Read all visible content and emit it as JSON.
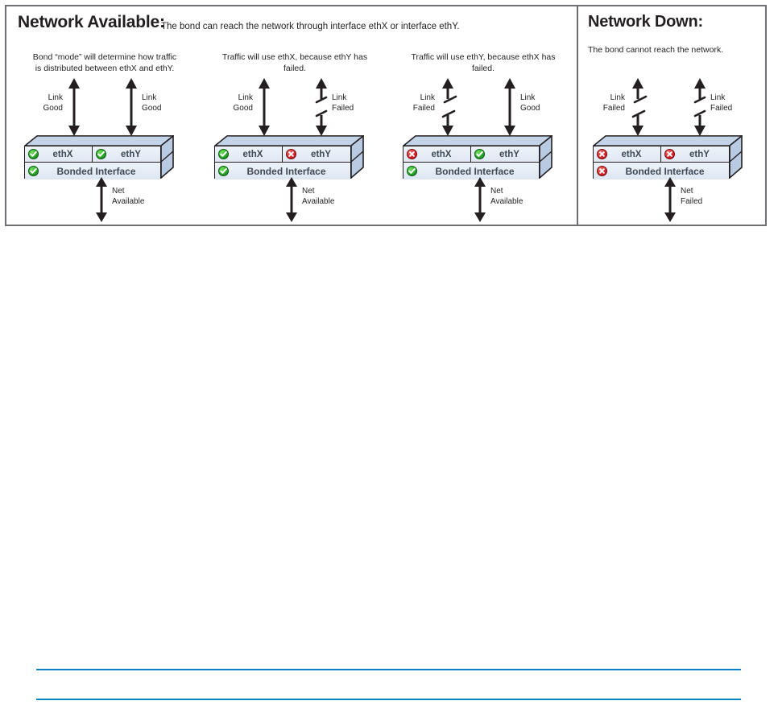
{
  "figure": {
    "sections": [
      {
        "id": "network-available",
        "title": "Network Available:",
        "caption": "The bond can reach the network through interface ethX or interface ethY."
      },
      {
        "id": "network-down",
        "title": "Network Down:",
        "caption": "The bond cannot reach the network."
      }
    ],
    "panels": [
      {
        "id": "panel-1",
        "caption_line1": "Bond “mode” will determine how traffic",
        "caption_line2": "is distributed between ethX and ethY.",
        "left_link_label_line1": "Link",
        "left_link_label_line2": "Good",
        "left_link_state": "good",
        "right_link_label_line1": "Link",
        "right_link_label_line2": "Good",
        "right_link_state": "good",
        "port_left_label": "ethX",
        "port_left_state": "good",
        "port_right_label": "ethY",
        "port_right_state": "good",
        "bond_label": "Bonded Interface",
        "bond_state": "good",
        "net_label_line1": "Net",
        "net_label_line2": "Available"
      },
      {
        "id": "panel-2",
        "caption_line1": "Traffic will use ethX, because ethY has",
        "caption_line2": "failed.",
        "left_link_label_line1": "Link",
        "left_link_label_line2": "Good",
        "left_link_state": "good",
        "right_link_label_line1": "Link",
        "right_link_label_line2": "Failed",
        "right_link_state": "failed",
        "port_left_label": "ethX",
        "port_left_state": "good",
        "port_right_label": "ethY",
        "port_right_state": "failed",
        "bond_label": "Bonded Interface",
        "bond_state": "good",
        "net_label_line1": "Net",
        "net_label_line2": "Available"
      },
      {
        "id": "panel-3",
        "caption_line1": "Traffic will use ethY, because ethX has",
        "caption_line2": "failed.",
        "left_link_label_line1": "Link",
        "left_link_label_line2": "Failed",
        "left_link_state": "failed",
        "right_link_label_line1": "Link",
        "right_link_label_line2": "Good",
        "right_link_state": "good",
        "port_left_label": "ethX",
        "port_left_state": "failed",
        "port_right_label": "ethY",
        "port_right_state": "good",
        "bond_label": "Bonded Interface",
        "bond_state": "good",
        "net_label_line1": "Net",
        "net_label_line2": "Available"
      },
      {
        "id": "panel-4",
        "caption_line1": "",
        "caption_line2": "",
        "left_link_label_line1": "Link",
        "left_link_label_line2": "Failed",
        "left_link_state": "failed",
        "right_link_label_line1": "Link",
        "right_link_label_line2": "Failed",
        "right_link_state": "failed",
        "port_left_label": "ethX",
        "port_left_state": "failed",
        "port_right_label": "ethY",
        "port_right_state": "failed",
        "bond_label": "Bonded Interface",
        "bond_state": "failed",
        "net_label_line1": "Net",
        "net_label_line2": "Failed"
      }
    ]
  },
  "colors": {
    "status_good": "#2aa32a",
    "status_failed": "#d81f26",
    "box_fill": "#dce6f2",
    "box_stroke": "#231f20",
    "frame_stroke": "#6d6e71",
    "rule_blue": "#0a84c0"
  },
  "icons": {
    "check": "check-icon",
    "cross": "cross-icon",
    "arrow_double": "double-arrow-icon",
    "arrow_broken": "broken-link-arrow-icon"
  }
}
